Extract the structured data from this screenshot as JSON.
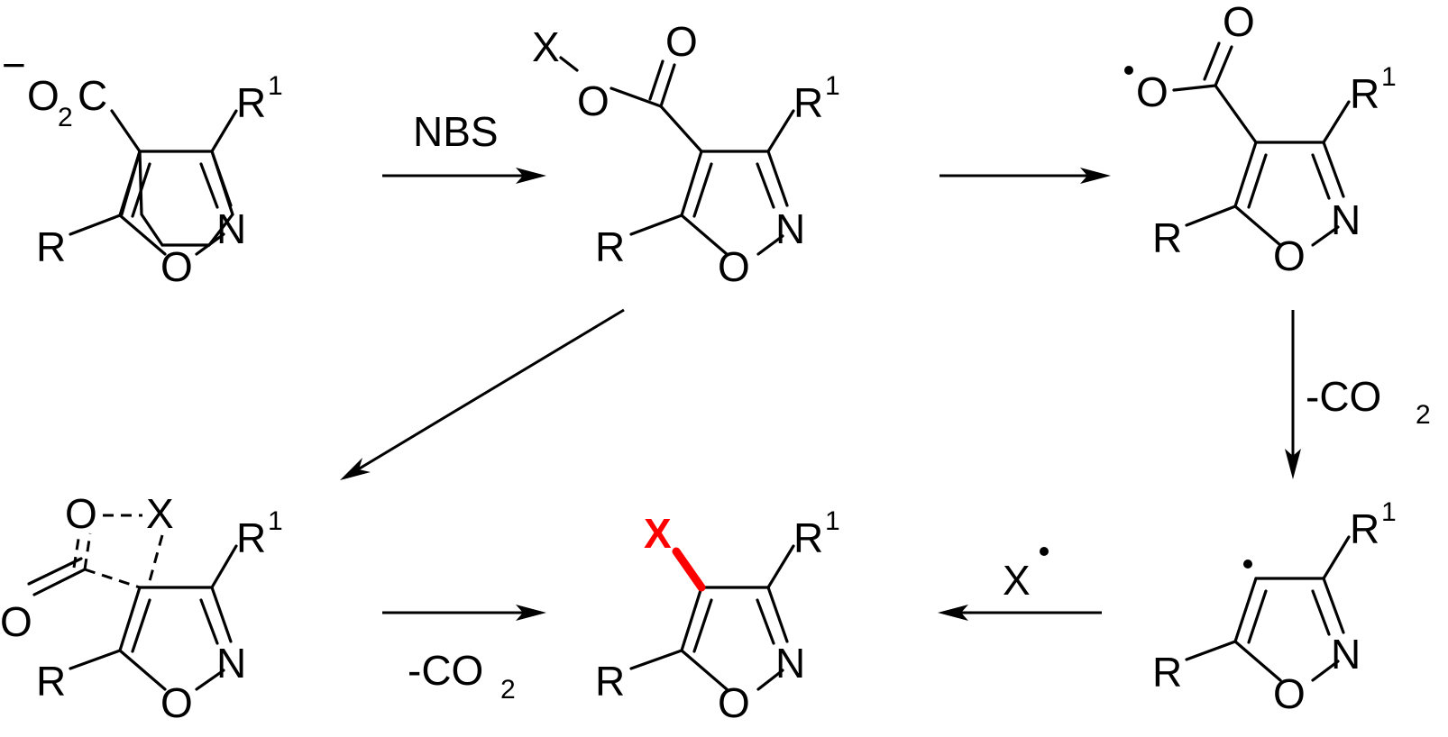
{
  "scheme": {
    "reagents": {
      "step1": "NBS",
      "decarboxylation": "-CO",
      "decarboxylation_sub": "2",
      "halogen_radical": "X"
    },
    "atoms": {
      "R": "R",
      "R1": "R",
      "sup1": "1",
      "N": "N",
      "O": "O",
      "X": "X",
      "carboxylate_O": "O",
      "carboxylate_sub": "2",
      "carboxylate_C": "C",
      "charge": "−"
    },
    "colors": {
      "ink": "#000000",
      "highlight": "#ff0000"
    }
  }
}
